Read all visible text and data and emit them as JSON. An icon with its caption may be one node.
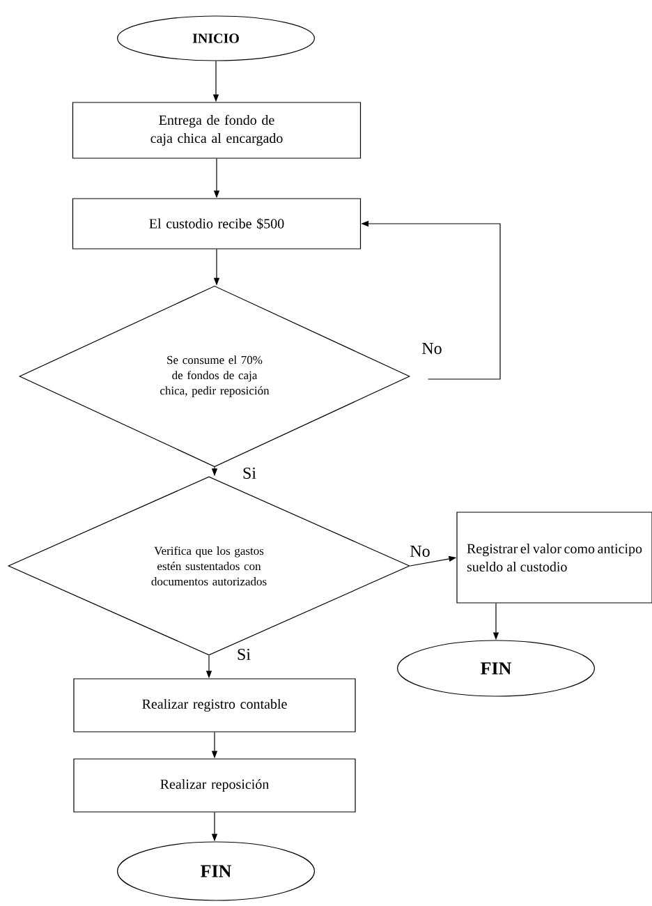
{
  "diagram": {
    "nodes": [
      {
        "text": [
          "INICIO"
        ]
      },
      {
        "text": [
          "Entrega de fondo de caja chica al encargado"
        ]
      },
      {
        "text": [
          "El custodio recibe $500"
        ]
      },
      {
        "text": [
          "Se consume el 70% de fondos de caja chica, pedir reposición"
        ]
      },
      {
        "text": [
          "Verifica que los gastos estén sustentados con documentos autorizados"
        ]
      },
      {
        "text": [
          "Registrar el valor como anticipo sueldo al custodio"
        ]
      },
      {
        "text": [
          "FIN"
        ]
      },
      {
        "text": [
          "Realizar registro contable"
        ]
      },
      {
        "text": [
          "Realizar reposición"
        ]
      },
      {
        "text": [
          "FIN"
        ]
      }
    ],
    "edges": [
      {
        "from": 0,
        "to": 1,
        "arrow": "to"
      },
      {
        "from": 1,
        "to": 2,
        "arrow": "to"
      },
      {
        "from": 2,
        "to": 3,
        "arrow": "to"
      },
      {
        "from": 3,
        "to": 2,
        "arrow": "to",
        "label": "No"
      },
      {
        "from": 3,
        "to": 4,
        "arrow": "to",
        "label": "Si"
      },
      {
        "from": 4,
        "to": 5,
        "arrow": "to",
        "label": "No"
      },
      {
        "from": 4,
        "to": 7,
        "arrow": "to",
        "label": "Si"
      },
      {
        "from": 5,
        "to": 6,
        "arrow": "to"
      },
      {
        "from": 7,
        "to": 8,
        "arrow": "to"
      },
      {
        "from": 8,
        "to": 9,
        "arrow": "to"
      }
    ]
  }
}
